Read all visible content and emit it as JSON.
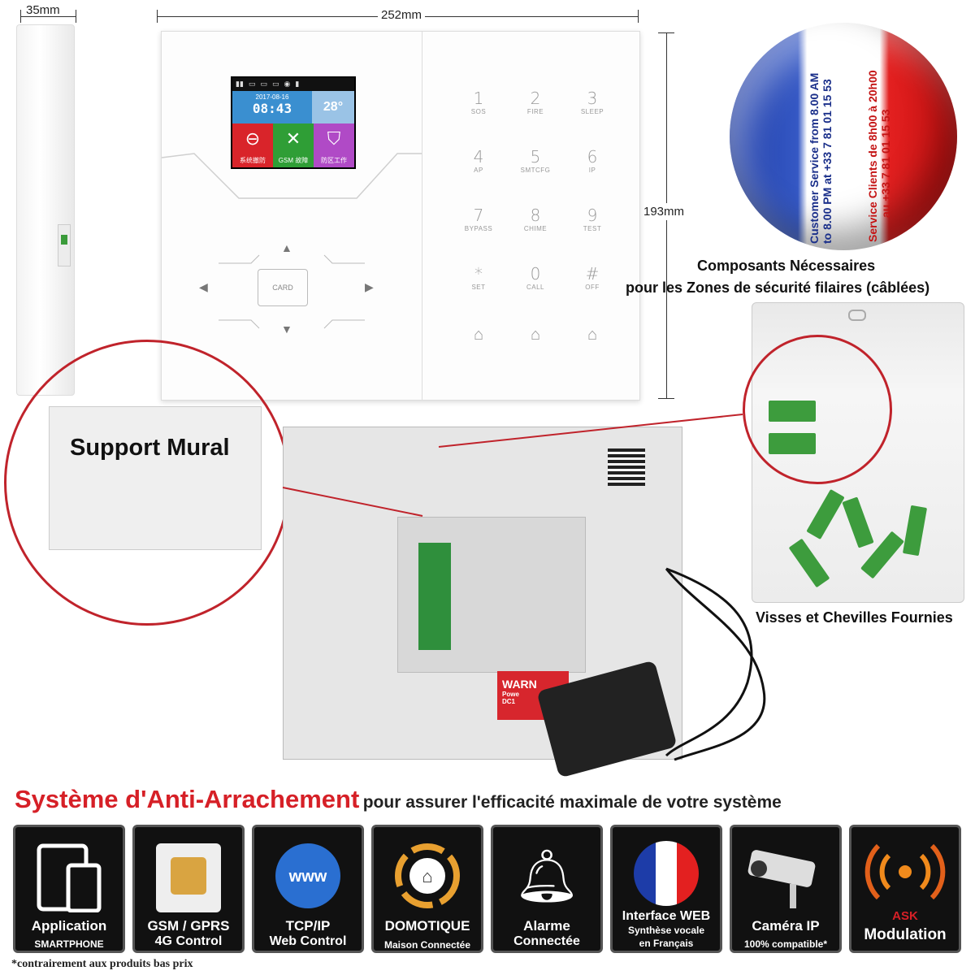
{
  "dimensions": {
    "depth": "35mm",
    "width": "252mm",
    "height": "193mm"
  },
  "panel_screen": {
    "date": "2017-08-16",
    "time": "08:43",
    "temperature": "28°",
    "tile1": "系统撤防",
    "tile2": "GSM 故障",
    "tile3": "防区工作"
  },
  "keypad": [
    {
      "num": "1",
      "label": "SOS"
    },
    {
      "num": "2",
      "label": "FIRE"
    },
    {
      "num": "3",
      "label": "SLEEP"
    },
    {
      "num": "4",
      "label": "AP"
    },
    {
      "num": "5",
      "label": "SMTCFG"
    },
    {
      "num": "6",
      "label": "IP"
    },
    {
      "num": "7",
      "label": "BYPASS"
    },
    {
      "num": "8",
      "label": "CHIME"
    },
    {
      "num": "9",
      "label": "TEST"
    },
    {
      "num": "*",
      "label": "SET"
    },
    {
      "num": "0",
      "label": "CALL"
    },
    {
      "num": "#",
      "label": "OFF"
    }
  ],
  "card_label": "CARD",
  "flag_text": {
    "en_line1": "Customer Service from 8.00 AM",
    "en_line2": "to 8.00 PM at  +33 7 81 01 15 53",
    "fr_line1": "Service Clients de 8h00 à 20h00",
    "fr_line2": "au +33 7 81 01 15 53"
  },
  "labels": {
    "components_line1": "Composants Nécessaires",
    "components_line2": "pour les Zones de sécurité filaires (câblées)",
    "wall_mount": "Support Mural",
    "screws": "Visses et Chevilles Fournies",
    "warning": "WARN",
    "warning_sub1": "Powe",
    "warning_sub2": "DC1"
  },
  "headline": {
    "big": "Système d'Anti-Arrachement",
    "small": "pour assurer l'efficacité maximale de votre système"
  },
  "features": [
    {
      "icon": "smartphone-tablet-icon",
      "line1": "Application",
      "line2": "SMARTPHONE"
    },
    {
      "icon": "sim-card-icon",
      "line1": "GSM / GPRS",
      "line2": "4G Control"
    },
    {
      "icon": "www-globe-icon",
      "line1": "TCP/IP",
      "line2": "Web Control"
    },
    {
      "icon": "smart-home-icon",
      "line1": "DOMOTIQUE",
      "line2": "Maison Connectée"
    },
    {
      "icon": "bell-icon",
      "line1": "Alarme",
      "line2": "Connectée"
    },
    {
      "icon": "french-flag-icon",
      "line1": "Interface WEB",
      "line2": "Synthèse vocale",
      "line3": "en Français"
    },
    {
      "icon": "security-camera-icon",
      "line1": "Caméra IP",
      "line2": "100% compatible*"
    },
    {
      "icon": "radio-waves-icon",
      "line0": "ASK",
      "line1": "Modulation"
    }
  ],
  "footnote": "*contrairement aux produits bas prix",
  "colors": {
    "accent_red": "#d62027",
    "tile_bg": "#111111",
    "flag_blue": "#1d3ca8",
    "flag_red": "#e32020",
    "terminal_green": "#2f8f3c"
  }
}
